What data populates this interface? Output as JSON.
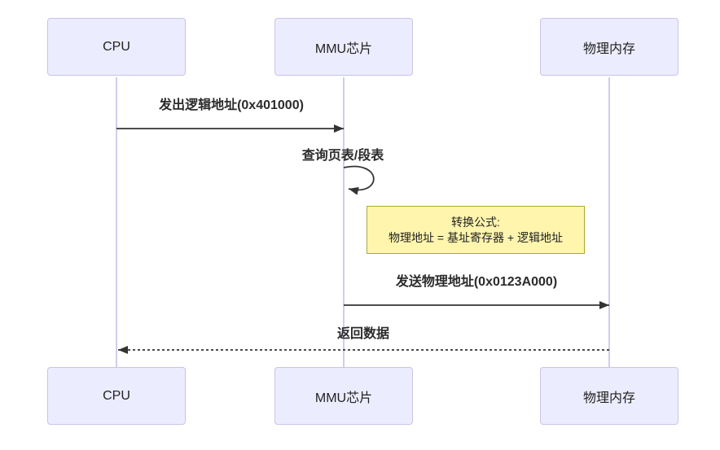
{
  "diagram": {
    "type": "sequence-diagram",
    "actors": [
      {
        "id": "cpu",
        "label": "CPU"
      },
      {
        "id": "mmu",
        "label": "MMU芯片"
      },
      {
        "id": "memory",
        "label": "物理内存"
      }
    ],
    "messages": [
      {
        "label": "发出逻辑地址(0x401000)",
        "from": "CPU",
        "to": "MMU芯片",
        "line_style": "solid"
      },
      {
        "label": "查询页表/段表",
        "from": "MMU芯片",
        "to": "MMU芯片",
        "line_style": "self-loop"
      },
      {
        "label": "发送物理地址(0x0123A000)",
        "from": "MMU芯片",
        "to": "物理内存",
        "line_style": "solid"
      },
      {
        "label": "返回数据",
        "from": "物理内存",
        "to": "CPU",
        "line_style": "dotted"
      }
    ],
    "note": {
      "over": "MMU芯片-物理内存",
      "line1": "转换公式:",
      "line2": "物理地址 = 基址寄存器 + 逻辑地址"
    },
    "colors": {
      "actor_fill": "#ECECFF",
      "actor_border": "#C9C3E8",
      "lifeline": "#D2CCEE",
      "note_fill": "#FFF5AD",
      "note_border": "#AAAA33",
      "arrow": "#333333",
      "text": "#222222",
      "background": "#FFFFFF"
    }
  }
}
